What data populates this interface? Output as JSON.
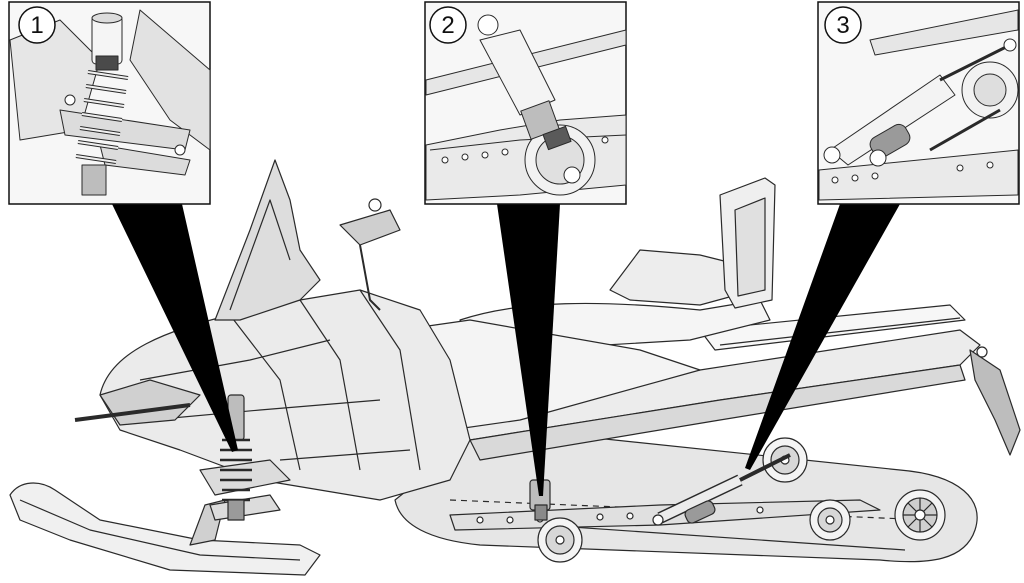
{
  "callouts": [
    {
      "number": "1",
      "component": "front-shock-absorber"
    },
    {
      "number": "2",
      "component": "rear-front-track-shock"
    },
    {
      "number": "3",
      "component": "rear-rear-track-shock"
    }
  ],
  "colors": {
    "line": "#2a2a2a",
    "light_fill": "#f2f2f2",
    "mid_fill": "#d9d9d9",
    "dark_fill": "#9a9a9a",
    "pointer": "#000000",
    "frame": "#111111"
  }
}
